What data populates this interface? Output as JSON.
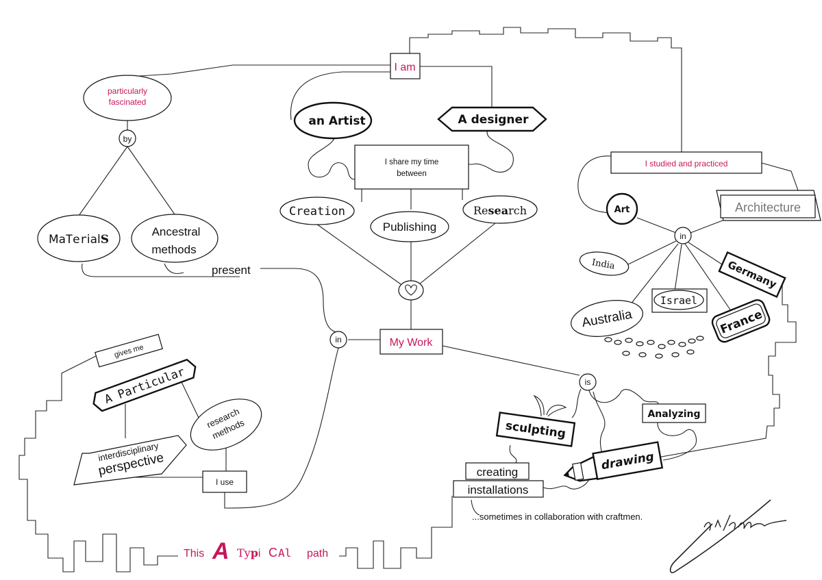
{
  "nodes": {
    "i_am": "I am",
    "an_artist": "an Artist",
    "a_designer": "A designer",
    "share_time": [
      "I share my time",
      "between"
    ],
    "creation": "Creation",
    "publishing": "Publishing",
    "research": "Research",
    "research_parts": {
      "a": "Re",
      "b": "sea",
      "c": "rch"
    },
    "my_work": "My Work",
    "particularly_fascinated": [
      "particularly",
      "fascinated"
    ],
    "by": "by",
    "materials": {
      "a": "M",
      "b": "a",
      "c": "T",
      "d": "e",
      "e": "r",
      "f": "ial",
      "g": "S"
    },
    "ancestral_methods": [
      "Ancestral",
      "methods"
    ],
    "present": "present",
    "in_left": "in",
    "gives_me": "gives me",
    "a_particular": "A Particular",
    "interdisciplinary": "interdisciplinary",
    "perspective": "perspective",
    "research_methods": [
      "research",
      "methods"
    ],
    "i_use": "I use",
    "studied": "I studied and practiced",
    "art": "Art",
    "architecture": "Architecture",
    "in_right": "in",
    "india": "India",
    "germany": "Germany",
    "israel": "Israel",
    "australia": "Australia",
    "france": "France",
    "is": "is",
    "sculpting": "sculpting",
    "analyzing": "Analyzing",
    "drawing": "drawing",
    "creating": "creating",
    "installations": "installations",
    "collaboration": "...sometimes in collaboration with craftmen.",
    "footer": {
      "this": "This",
      "a": "A",
      "typ1": "T",
      "typ2": "y",
      "typ3": "p",
      "typ4": "i",
      "c": "C",
      "al": "Al",
      "path": "path"
    }
  },
  "colors": {
    "accent": "#c8155a",
    "ink": "#111111"
  },
  "icons": [
    "heart-icon",
    "sprout-icon",
    "marker-pen-icon",
    "footprints-icon",
    "signature-icon"
  ]
}
